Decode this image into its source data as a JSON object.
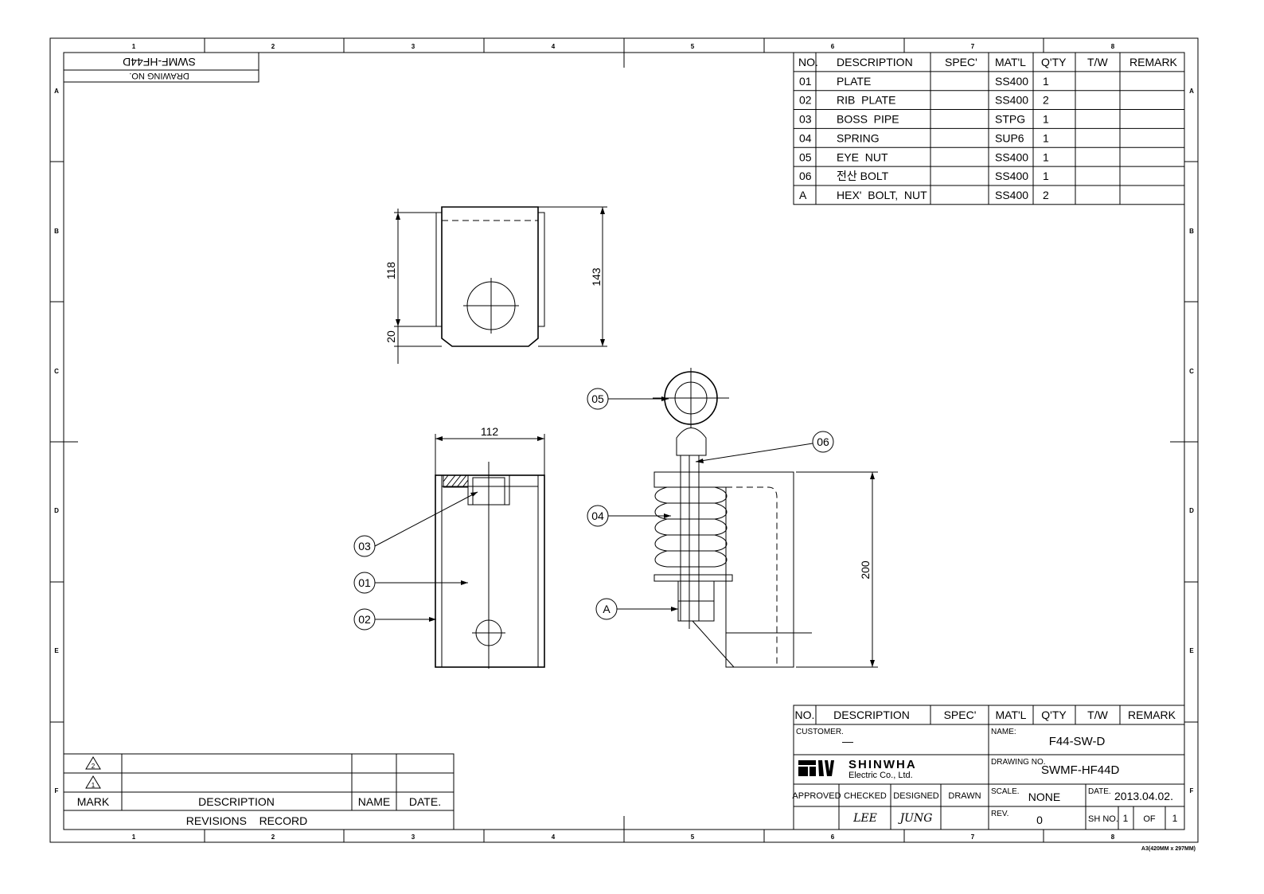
{
  "frame": {
    "columns": [
      "1",
      "2",
      "3",
      "4",
      "5",
      "6",
      "7",
      "8"
    ],
    "rows": [
      "A",
      "B",
      "C",
      "D",
      "E",
      "F"
    ],
    "sheet_size": "A3(420MM x 297MM)"
  },
  "drawing_no_box": {
    "value": "SWMF-HF44D",
    "label": "DRAWING NO."
  },
  "parts_table": {
    "headers": [
      "NO.",
      "DESCRIPTION",
      "SPEC'",
      "MAT'L",
      "Q'TY",
      "T/W",
      "REMARK"
    ],
    "rows": [
      {
        "no": "01",
        "desc": "PLATE",
        "spec": "",
        "mat": "SS400",
        "qty": "1",
        "tw": "",
        "remark": ""
      },
      {
        "no": "02",
        "desc": "RIB  PLATE",
        "spec": "",
        "mat": "SS400",
        "qty": "2",
        "tw": "",
        "remark": ""
      },
      {
        "no": "03",
        "desc": "BOSS  PIPE",
        "spec": "",
        "mat": "STPG",
        "qty": "1",
        "tw": "",
        "remark": ""
      },
      {
        "no": "04",
        "desc": "SPRING",
        "spec": "",
        "mat": "SUP6",
        "qty": "1",
        "tw": "",
        "remark": ""
      },
      {
        "no": "05",
        "desc": "EYE  NUT",
        "spec": "",
        "mat": "SS400",
        "qty": "1",
        "tw": "",
        "remark": ""
      },
      {
        "no": "06",
        "desc": "전산 BOLT",
        "spec": "",
        "mat": "SS400",
        "qty": "1",
        "tw": "",
        "remark": ""
      },
      {
        "no": "A",
        "desc": "HEX'  BOLT,  NUT",
        "spec": "",
        "mat": "SS400",
        "qty": "2",
        "tw": "",
        "remark": ""
      }
    ]
  },
  "dimensions": {
    "top_h1": "118",
    "top_h2": "20",
    "top_total": "143",
    "front_width": "112",
    "side_height": "200"
  },
  "callouts": [
    "05",
    "06",
    "04",
    "A",
    "03",
    "01",
    "02"
  ],
  "revisions": {
    "marks": [
      "2",
      "1"
    ],
    "headers": [
      "MARK",
      "DESCRIPTION",
      "NAME",
      "DATE."
    ],
    "title": "REVISIONS    RECORD"
  },
  "title_block": {
    "headers": [
      "NO.",
      "DESCRIPTION",
      "SPEC'",
      "MAT'L",
      "Q'TY",
      "T/W",
      "REMARK"
    ],
    "customer_label": "CUSTOMER.",
    "customer": "—",
    "name_label": "NAME:",
    "name": "F44-SW-D",
    "company": "SHINWHA",
    "company_sub": "Electric Co., Ltd.",
    "drawing_no_label": "DRAWING NO.",
    "drawing_no": "SWMF-HF44D",
    "roles": [
      "APPROVED",
      "CHECKED",
      "DESIGNED",
      "DRAWN"
    ],
    "checked_sig": "LEE",
    "designed_sig": "JUNG",
    "scale_label": "SCALE.",
    "scale": "NONE",
    "date_label": "DATE.",
    "date": "2013.04.02.",
    "rev_label": "REV.",
    "rev": "0",
    "sheet_label": "SH NO.",
    "sheet_no": "1",
    "of_label": "OF",
    "sheet_total": "1"
  }
}
